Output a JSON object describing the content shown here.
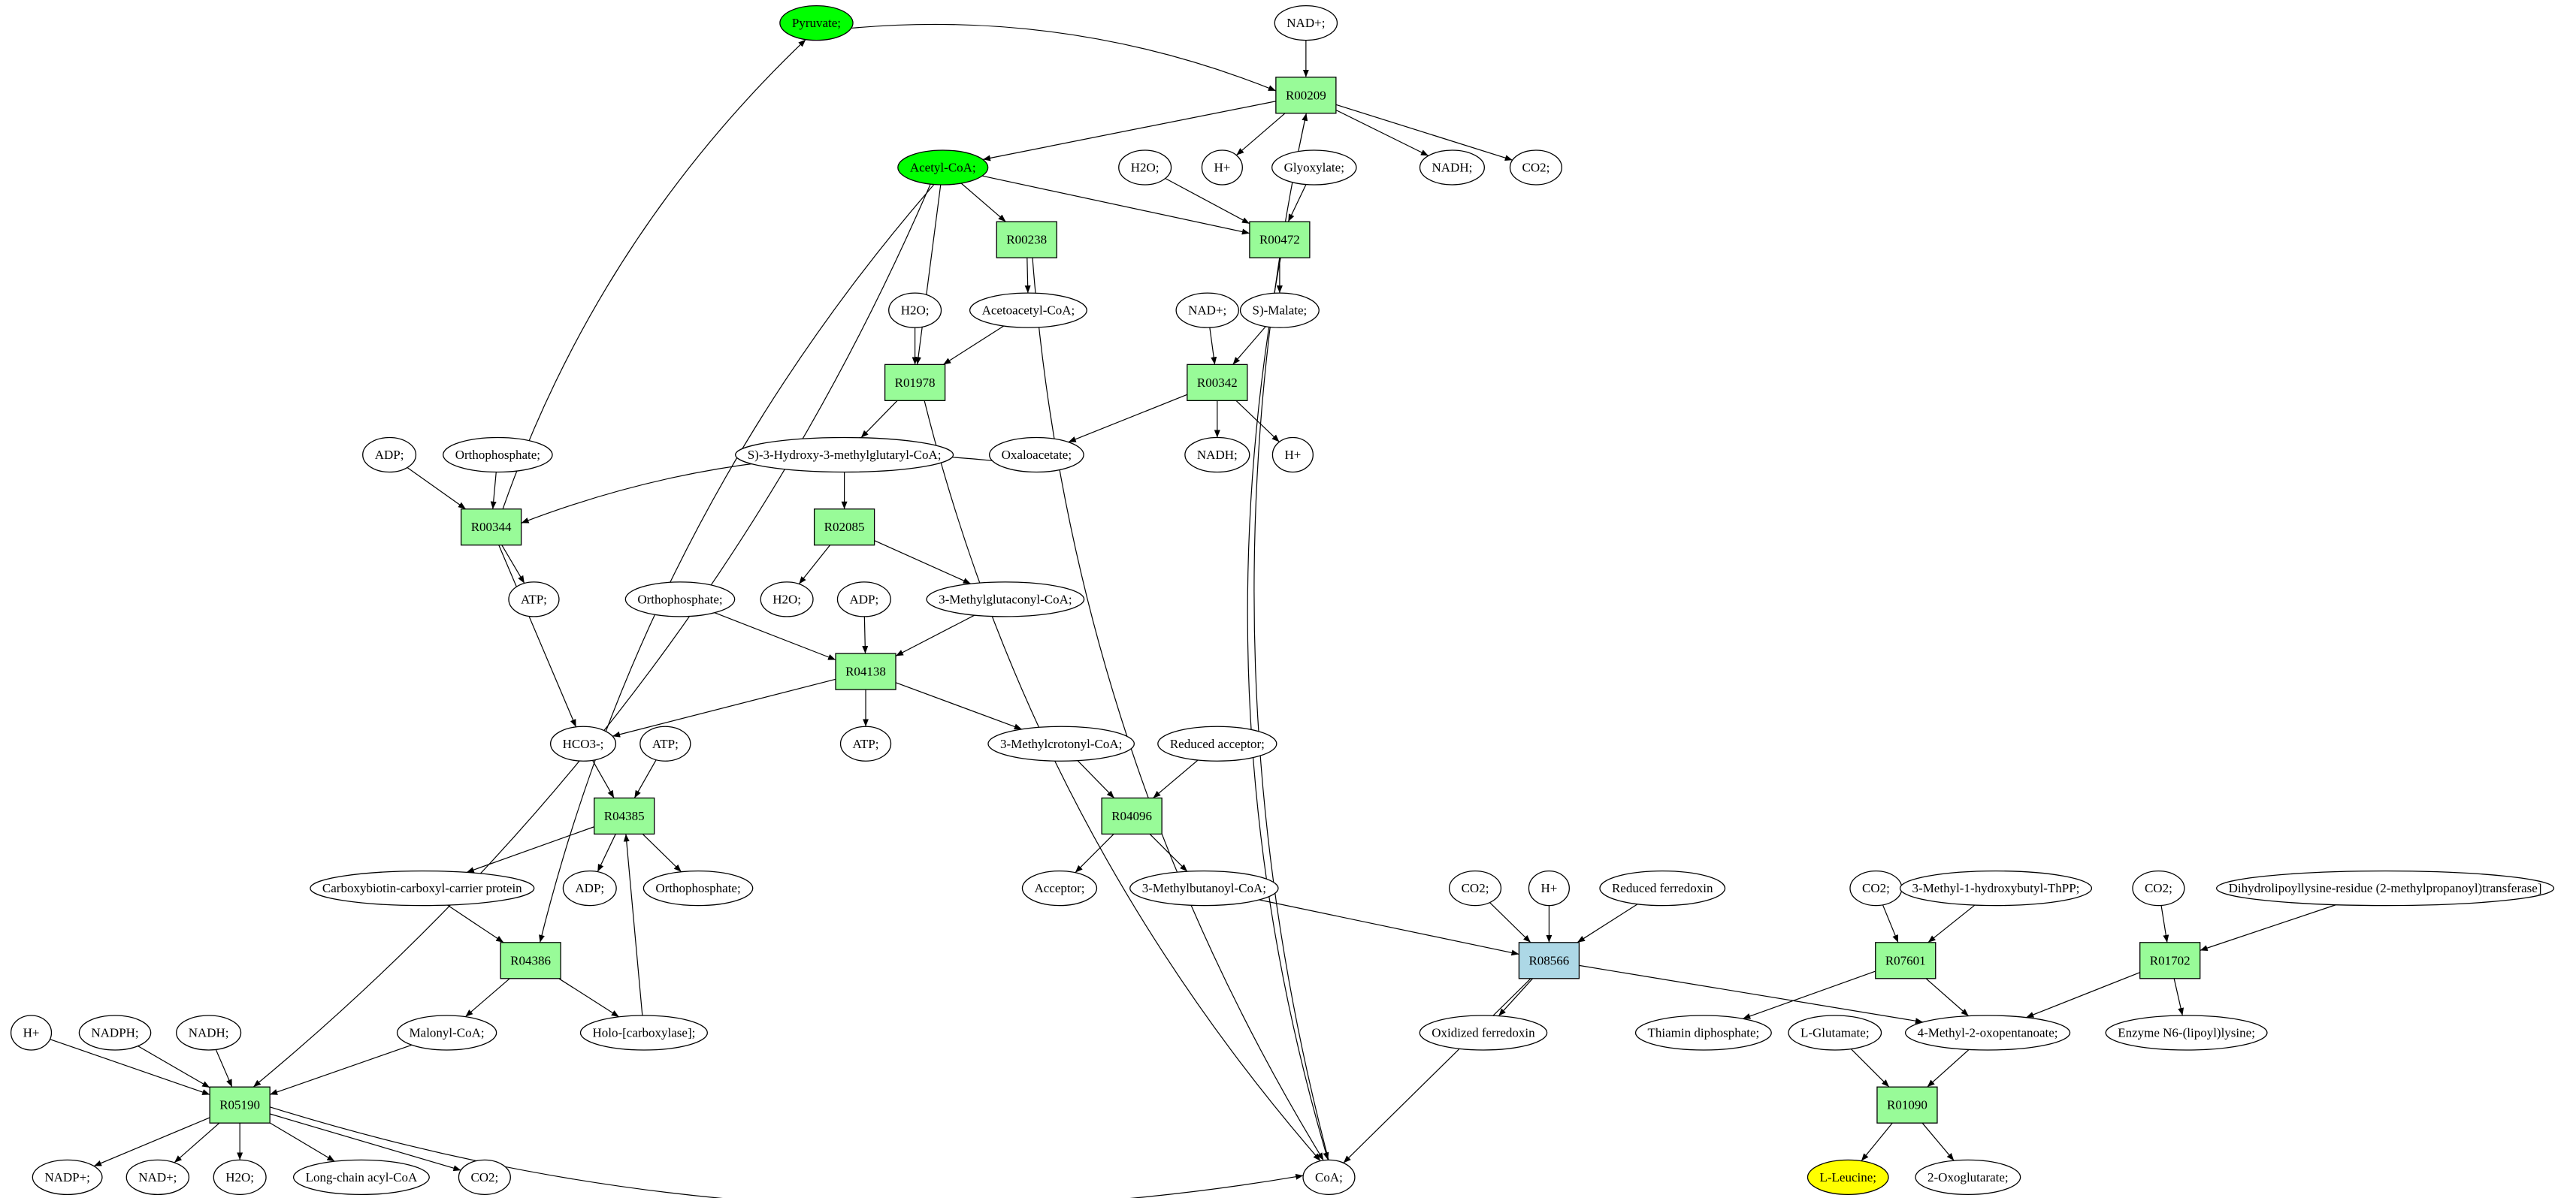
{
  "diagram": {
    "type": "metabolic-pathway-graph",
    "colors": {
      "reaction": "#98fb98",
      "reaction_highlight": "#add8e6",
      "compound_start": "#00ff00",
      "compound_target": "#ffff00",
      "compound_default": "#ffffff"
    },
    "nodes": [
      {
        "id": "pyruvate",
        "label": "Pyruvate;",
        "kind": "compound",
        "style": "start"
      },
      {
        "id": "nad_top",
        "label": "NAD+;",
        "kind": "compound"
      },
      {
        "id": "R00209",
        "label": "R00209",
        "kind": "reaction"
      },
      {
        "id": "acetylcoa",
        "label": "Acetyl-CoA;",
        "kind": "compound",
        "style": "start"
      },
      {
        "id": "h2o_a",
        "label": "H2O;",
        "kind": "compound"
      },
      {
        "id": "hplus_a",
        "label": "H+",
        "kind": "compound"
      },
      {
        "id": "glyoxylate",
        "label": "Glyoxylate;",
        "kind": "compound"
      },
      {
        "id": "nadh_a",
        "label": "NADH;",
        "kind": "compound"
      },
      {
        "id": "co2_a",
        "label": "CO2;",
        "kind": "compound"
      },
      {
        "id": "R00238",
        "label": "R00238",
        "kind": "reaction"
      },
      {
        "id": "R00472",
        "label": "R00472",
        "kind": "reaction"
      },
      {
        "id": "h2o_b",
        "label": "H2O;",
        "kind": "compound"
      },
      {
        "id": "acetoacetylcoa",
        "label": "Acetoacetyl-CoA;",
        "kind": "compound"
      },
      {
        "id": "nad_b",
        "label": "NAD+;",
        "kind": "compound"
      },
      {
        "id": "smalate",
        "label": "S)-Malate;",
        "kind": "compound"
      },
      {
        "id": "R01978",
        "label": "R01978",
        "kind": "reaction"
      },
      {
        "id": "R00342",
        "label": "R00342",
        "kind": "reaction"
      },
      {
        "id": "adp_a",
        "label": "ADP;",
        "kind": "compound"
      },
      {
        "id": "orthop_a",
        "label": "Orthophosphate;",
        "kind": "compound"
      },
      {
        "id": "hmgcoa",
        "label": "S)-3-Hydroxy-3-methylglutaryl-CoA;",
        "kind": "compound"
      },
      {
        "id": "oxaloacetate",
        "label": "Oxaloacetate;",
        "kind": "compound"
      },
      {
        "id": "nadh_b",
        "label": "NADH;",
        "kind": "compound"
      },
      {
        "id": "hplus_b",
        "label": "H+",
        "kind": "compound"
      },
      {
        "id": "R00344",
        "label": "R00344",
        "kind": "reaction"
      },
      {
        "id": "R02085",
        "label": "R02085",
        "kind": "reaction"
      },
      {
        "id": "atp_a",
        "label": "ATP;",
        "kind": "compound"
      },
      {
        "id": "orthop_b",
        "label": "Orthophosphate;",
        "kind": "compound"
      },
      {
        "id": "h2o_c",
        "label": "H2O;",
        "kind": "compound"
      },
      {
        "id": "adp_b",
        "label": "ADP;",
        "kind": "compound"
      },
      {
        "id": "methylglutaconylcoa",
        "label": "3-Methylglutaconyl-CoA;",
        "kind": "compound"
      },
      {
        "id": "R04138",
        "label": "R04138",
        "kind": "reaction"
      },
      {
        "id": "hco3",
        "label": "HCO3-;",
        "kind": "compound"
      },
      {
        "id": "atp_b",
        "label": "ATP;",
        "kind": "compound"
      },
      {
        "id": "atp_c",
        "label": "ATP;",
        "kind": "compound"
      },
      {
        "id": "methylcrotonylcoa",
        "label": "3-Methylcrotonyl-CoA;",
        "kind": "compound"
      },
      {
        "id": "reducedacceptor",
        "label": "Reduced acceptor;",
        "kind": "compound"
      },
      {
        "id": "R04385",
        "label": "R04385",
        "kind": "reaction"
      },
      {
        "id": "R04096",
        "label": "R04096",
        "kind": "reaction"
      },
      {
        "id": "carboxybiotin",
        "label": "Carboxybiotin-carboxyl-carrier protein",
        "kind": "compound"
      },
      {
        "id": "adp_c",
        "label": "ADP;",
        "kind": "compound"
      },
      {
        "id": "orthop_c",
        "label": "Orthophosphate;",
        "kind": "compound"
      },
      {
        "id": "acceptor",
        "label": "Acceptor;",
        "kind": "compound"
      },
      {
        "id": "methylbutanoylcoa",
        "label": "3-Methylbutanoyl-CoA;",
        "kind": "compound"
      },
      {
        "id": "co2_b",
        "label": "CO2;",
        "kind": "compound"
      },
      {
        "id": "hplus_c",
        "label": "H+",
        "kind": "compound"
      },
      {
        "id": "reducedferredoxin",
        "label": "Reduced ferredoxin",
        "kind": "compound"
      },
      {
        "id": "co2_c",
        "label": "CO2;",
        "kind": "compound"
      },
      {
        "id": "methylhydroxybutylthpp",
        "label": "3-Methyl-1-hydroxybutyl-ThPP;",
        "kind": "compound"
      },
      {
        "id": "co2_d",
        "label": "CO2;",
        "kind": "compound"
      },
      {
        "id": "dihydrolipoyllysine",
        "label": "Dihydrolipoyllysine-residue (2-methylpropanoyl)transferase]",
        "kind": "compound"
      },
      {
        "id": "R04386",
        "label": "R04386",
        "kind": "reaction"
      },
      {
        "id": "R08566",
        "label": "R08566",
        "kind": "reaction",
        "style": "highlight"
      },
      {
        "id": "R07601",
        "label": "R07601",
        "kind": "reaction"
      },
      {
        "id": "R01702",
        "label": "R01702",
        "kind": "reaction"
      },
      {
        "id": "hplus_d",
        "label": "H+",
        "kind": "compound"
      },
      {
        "id": "nadph",
        "label": "NADPH;",
        "kind": "compound"
      },
      {
        "id": "nadh_c",
        "label": "NADH;",
        "kind": "compound"
      },
      {
        "id": "malonylcoa",
        "label": "Malonyl-CoA;",
        "kind": "compound"
      },
      {
        "id": "holocarboxylase",
        "label": "Holo-[carboxylase];",
        "kind": "compound"
      },
      {
        "id": "oxidizedferredoxin",
        "label": "Oxidized ferredoxin",
        "kind": "compound"
      },
      {
        "id": "thiamindiphosphate",
        "label": "Thiamin diphosphate;",
        "kind": "compound"
      },
      {
        "id": "lglutamate",
        "label": "L-Glutamate;",
        "kind": "compound"
      },
      {
        "id": "methyloxopentanoate",
        "label": "4-Methyl-2-oxopentanoate;",
        "kind": "compound"
      },
      {
        "id": "enzymelipoyllysine",
        "label": "Enzyme N6-(lipoyl)lysine;",
        "kind": "compound"
      },
      {
        "id": "R05190",
        "label": "R05190",
        "kind": "reaction"
      },
      {
        "id": "R01090",
        "label": "R01090",
        "kind": "reaction"
      },
      {
        "id": "nadp",
        "label": "NADP+;",
        "kind": "compound"
      },
      {
        "id": "nad_c",
        "label": "NAD+;",
        "kind": "compound"
      },
      {
        "id": "h2o_d",
        "label": "H2O;",
        "kind": "compound"
      },
      {
        "id": "longchainacylcoa",
        "label": "Long-chain acyl-CoA",
        "kind": "compound"
      },
      {
        "id": "co2_e",
        "label": "CO2;",
        "kind": "compound"
      },
      {
        "id": "coa",
        "label": "CoA;",
        "kind": "compound"
      },
      {
        "id": "lleucine",
        "label": "L-Leucine;",
        "kind": "compound",
        "style": "target"
      },
      {
        "id": "oxoglutarate",
        "label": "2-Oxoglutarate;",
        "kind": "compound"
      }
    ],
    "edges": [
      [
        "pyruvate",
        "R00209"
      ],
      [
        "nad_top",
        "R00209"
      ],
      [
        "R00209",
        "acetylcoa"
      ],
      [
        "R00209",
        "hplus_a"
      ],
      [
        "R00209",
        "nadh_a"
      ],
      [
        "R00209",
        "co2_a"
      ],
      [
        "coa",
        "R00209"
      ],
      [
        "acetylcoa",
        "R00238"
      ],
      [
        "acetylcoa",
        "R00472"
      ],
      [
        "acetylcoa",
        "R01978"
      ],
      [
        "acetylcoa",
        "R05190"
      ],
      [
        "acetylcoa",
        "R04386"
      ],
      [
        "h2o_a",
        "R00472"
      ],
      [
        "glyoxylate",
        "R00472"
      ],
      [
        "R00472",
        "smalate"
      ],
      [
        "R00472",
        "coa"
      ],
      [
        "R00238",
        "acetoacetylcoa"
      ],
      [
        "R00238",
        "coa"
      ],
      [
        "h2o_b",
        "R01978"
      ],
      [
        "acetoacetylcoa",
        "R01978"
      ],
      [
        "R01978",
        "hmgcoa"
      ],
      [
        "R01978",
        "coa"
      ],
      [
        "nad_b",
        "R00342"
      ],
      [
        "smalate",
        "R00342"
      ],
      [
        "R00342",
        "oxaloacetate"
      ],
      [
        "R00342",
        "nadh_b"
      ],
      [
        "R00342",
        "hplus_b"
      ],
      [
        "adp_a",
        "R00344"
      ],
      [
        "orthop_a",
        "R00344"
      ],
      [
        "oxaloacetate",
        "R00344"
      ],
      [
        "R00344",
        "pyruvate"
      ],
      [
        "R00344",
        "atp_a"
      ],
      [
        "R00344",
        "hco3"
      ],
      [
        "hmgcoa",
        "R02085"
      ],
      [
        "R02085",
        "h2o_c"
      ],
      [
        "R02085",
        "methylglutaconylcoa"
      ],
      [
        "orthop_b",
        "R04138"
      ],
      [
        "adp_b",
        "R04138"
      ],
      [
        "methylglutaconylcoa",
        "R04138"
      ],
      [
        "R04138",
        "hco3"
      ],
      [
        "R04138",
        "atp_c"
      ],
      [
        "R04138",
        "methylcrotonylcoa"
      ],
      [
        "hco3",
        "R04385"
      ],
      [
        "atp_b",
        "R04385"
      ],
      [
        "holocarboxylase",
        "R04385"
      ],
      [
        "R04385",
        "carboxybiotin"
      ],
      [
        "R04385",
        "adp_c"
      ],
      [
        "R04385",
        "orthop_c"
      ],
      [
        "carboxybiotin",
        "R04386"
      ],
      [
        "R04386",
        "malonylcoa"
      ],
      [
        "R04386",
        "holocarboxylase"
      ],
      [
        "methylcrotonylcoa",
        "R04096"
      ],
      [
        "reducedacceptor",
        "R04096"
      ],
      [
        "R04096",
        "acceptor"
      ],
      [
        "R04096",
        "methylbutanoylcoa"
      ],
      [
        "methylbutanoylcoa",
        "R08566"
      ],
      [
        "co2_b",
        "R08566"
      ],
      [
        "hplus_c",
        "R08566"
      ],
      [
        "reducedferredoxin",
        "R08566"
      ],
      [
        "R08566",
        "oxidizedferredoxin"
      ],
      [
        "R08566",
        "coa"
      ],
      [
        "R08566",
        "methyloxopentanoate"
      ],
      [
        "co2_c",
        "R07601"
      ],
      [
        "methylhydroxybutylthpp",
        "R07601"
      ],
      [
        "R07601",
        "thiamindiphosphate"
      ],
      [
        "R07601",
        "methyloxopentanoate"
      ],
      [
        "co2_d",
        "R01702"
      ],
      [
        "dihydrolipoyllysine",
        "R01702"
      ],
      [
        "R01702",
        "methyloxopentanoate"
      ],
      [
        "R01702",
        "enzymelipoyllysine"
      ],
      [
        "lglutamate",
        "R01090"
      ],
      [
        "methyloxopentanoate",
        "R01090"
      ],
      [
        "R01090",
        "lleucine"
      ],
      [
        "R01090",
        "oxoglutarate"
      ],
      [
        "hplus_d",
        "R05190"
      ],
      [
        "nadph",
        "R05190"
      ],
      [
        "nadh_c",
        "R05190"
      ],
      [
        "malonylcoa",
        "R05190"
      ],
      [
        "R05190",
        "nadp"
      ],
      [
        "R05190",
        "nad_c"
      ],
      [
        "R05190",
        "h2o_d"
      ],
      [
        "R05190",
        "longchainacylcoa"
      ],
      [
        "R05190",
        "co2_e"
      ],
      [
        "R05190",
        "coa"
      ]
    ]
  }
}
